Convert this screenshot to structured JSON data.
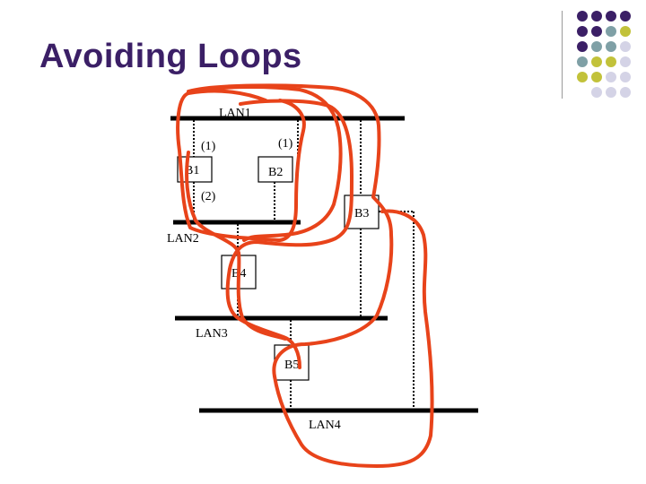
{
  "slide": {
    "title": "Avoiding Loops"
  },
  "diagram": {
    "lans": [
      "LAN1",
      "LAN2",
      "LAN3",
      "LAN4"
    ],
    "bridges": [
      "B1",
      "B2",
      "B3",
      "B4",
      "B5"
    ],
    "port_labels": [
      "(1)",
      "(1)",
      "(2)"
    ]
  },
  "colors": {
    "title": "#3b1f66",
    "loop_stroke": "#e8431a",
    "decor_purple": "#3b1f66",
    "decor_teal": "#7fa0a6",
    "decor_olive": "#c2c23a",
    "decor_lavender": "#d4d3e6"
  }
}
